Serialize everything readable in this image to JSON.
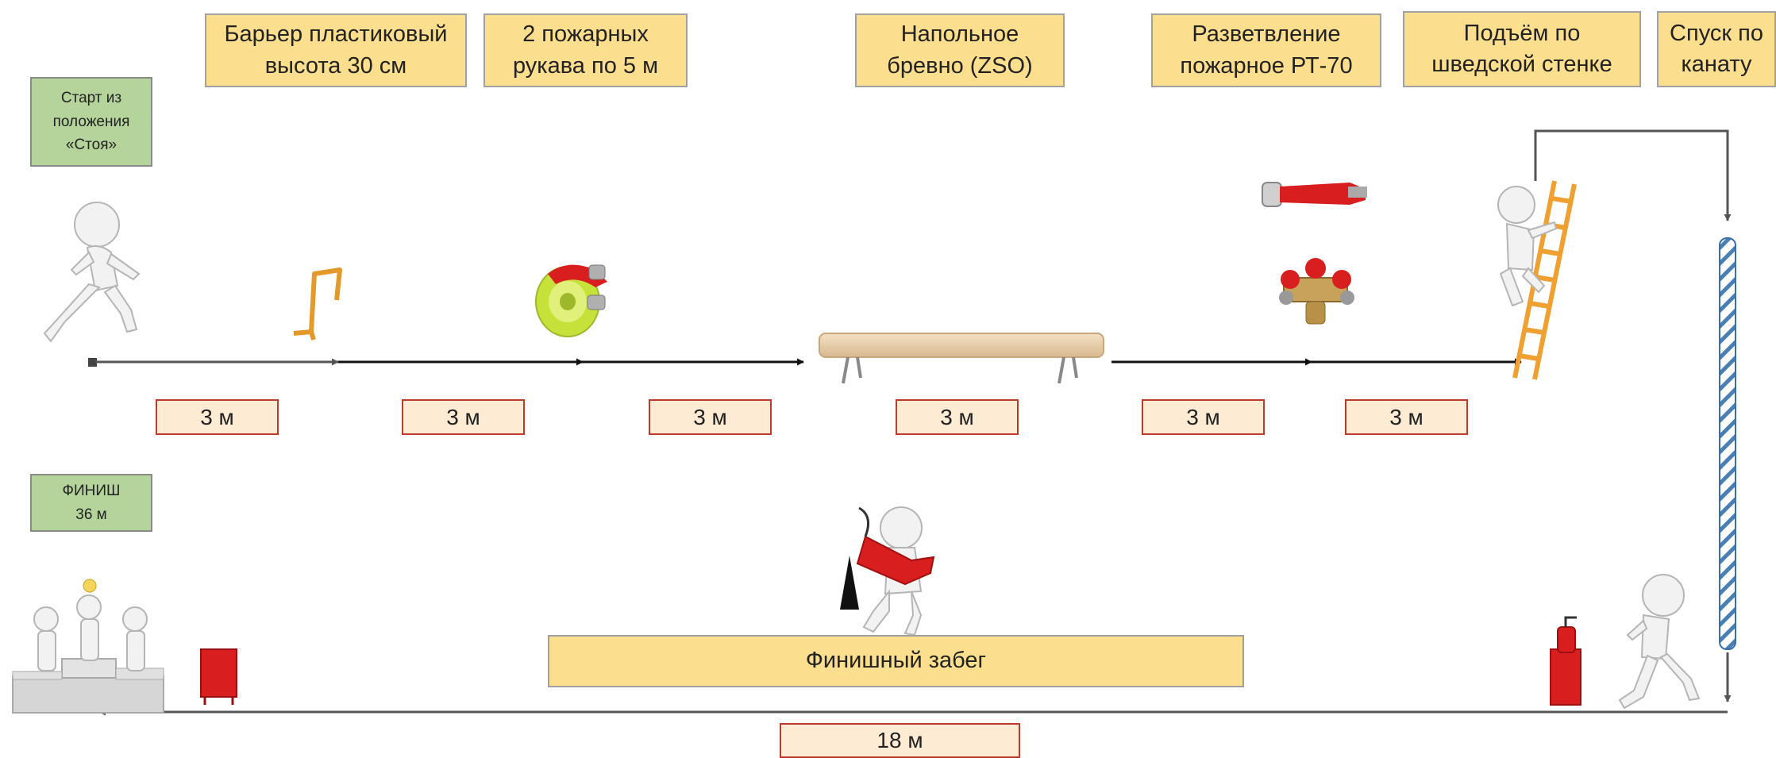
{
  "labels": {
    "barrier": "Барьер пластиковый\nвысота 30 см",
    "hoses": "2 пожарных\nрукава по 5 м",
    "beam": "Напольное\nбревно (ZSO)",
    "branch": "Разветвление\nпожарное РТ-70",
    "climb": "Подъём по\nшведской стенке",
    "rope": "Спуск по\nканату",
    "final_run": "Финишный забег"
  },
  "start": "Старт из\nположения\n«Стоя»",
  "finish": "ФИНИШ\n36 м",
  "distances": [
    "3 м",
    "3 м",
    "3 м",
    "3 м",
    "3 м",
    "3 м"
  ],
  "return_distance": "18 м",
  "colors": {
    "label_fill": "#fcdf8e",
    "green_fill": "#b5d49b",
    "distance_fill": "#fdebd3",
    "distance_border": "#c0392b",
    "arrow": "#111111",
    "ladder": "#f0a030",
    "fire_red": "#d81e1e",
    "hose_green": "#c6e23a"
  },
  "icons": [
    "runner-figure",
    "hurdle-icon",
    "hose-reel-icon",
    "balance-beam-icon",
    "nozzle-icon",
    "branch-valve-icon",
    "climber-figure",
    "ladder-icon",
    "rope-icon",
    "fire-extinguisher-figure",
    "podium-icon",
    "fire-cabinet-icon",
    "extinguisher-stand-icon",
    "runner-return-figure"
  ]
}
